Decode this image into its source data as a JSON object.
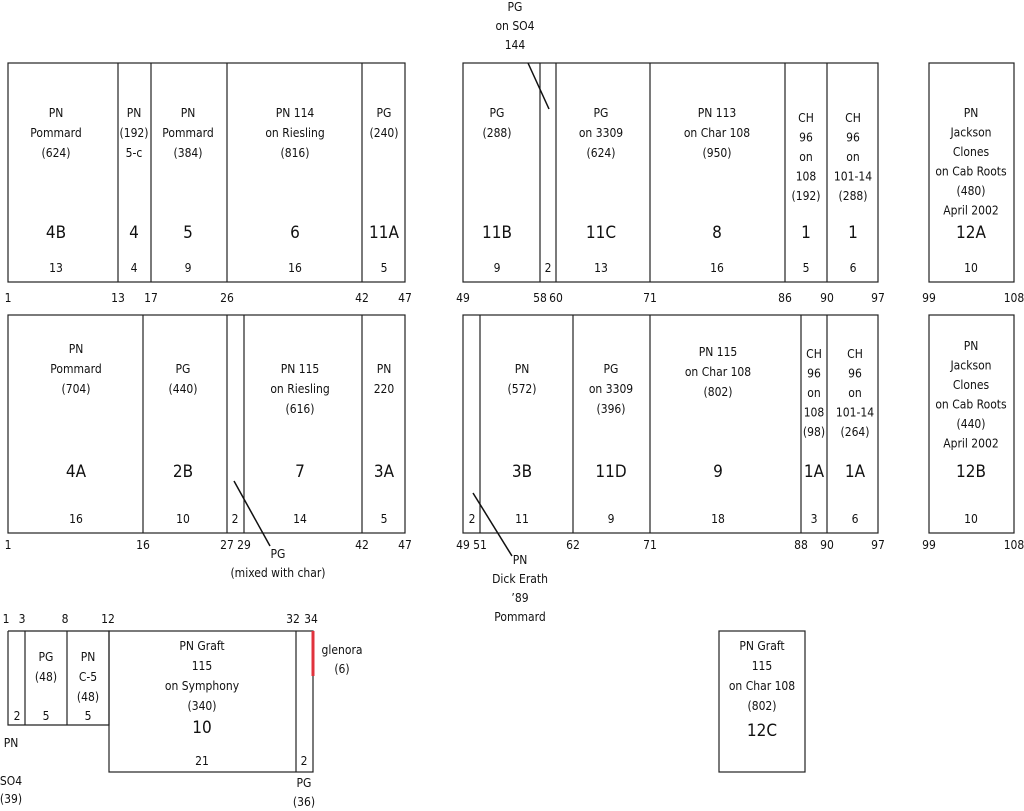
{
  "colors": {
    "line": "#222222",
    "text": "#111111",
    "accent": "#e0323c",
    "background": "#ffffff"
  },
  "ticks": [
    "1",
    "13",
    "17",
    "26",
    "42",
    "47",
    "49",
    "58",
    "60",
    "71",
    "86",
    "90",
    "97",
    "99",
    "108",
    "1",
    "16",
    "27",
    "29",
    "42",
    "47",
    "49",
    "51",
    "62",
    "71",
    "88",
    "90",
    "97",
    "99",
    "108",
    "1",
    "3",
    "8",
    "12",
    "32",
    "34"
  ],
  "plots": [
    {
      "lines": [
        "PN",
        "Pommard",
        "(624)"
      ],
      "block": "4B",
      "count": "13"
    },
    {
      "lines": [
        "PN",
        "(192)",
        "5-c"
      ],
      "block": "4",
      "count": "4"
    },
    {
      "lines": [
        "PN",
        "Pommard",
        "(384)"
      ],
      "block": "5",
      "count": "9"
    },
    {
      "lines": [
        "PN 114",
        "on Riesling",
        "(816)"
      ],
      "block": "6",
      "count": "16"
    },
    {
      "lines": [
        "PG",
        "(240)"
      ],
      "block": "11A",
      "count": "5"
    },
    {
      "lines": [
        "PG",
        "(288)"
      ],
      "block": "11B",
      "count": "9"
    },
    {
      "lines": [],
      "block": "",
      "count": "2"
    },
    {
      "lines": [
        "PG",
        "on 3309",
        "(624)"
      ],
      "block": "11C",
      "count": "13"
    },
    {
      "lines": [
        "PN 113",
        "on Char 108",
        "(950)"
      ],
      "block": "8",
      "count": "16"
    },
    {
      "lines": [
        "CH",
        "96",
        "on",
        "108",
        "(192)"
      ],
      "block": "1",
      "count": "5"
    },
    {
      "lines": [
        "CH",
        "96",
        "on",
        "101-14",
        "(288)"
      ],
      "block": "1",
      "count": "6"
    },
    {
      "lines": [
        "PN",
        "Jackson",
        "Clones",
        "on Cab Roots",
        "(480)",
        "April 2002"
      ],
      "block": "12A",
      "count": "10"
    },
    {
      "lines": [
        "PN",
        "Pommard",
        "(704)"
      ],
      "block": "4A",
      "count": "16"
    },
    {
      "lines": [
        "PG",
        "(440)"
      ],
      "block": "2B",
      "count": "10"
    },
    {
      "lines": [],
      "block": "",
      "count": "2"
    },
    {
      "lines": [
        "PN 115",
        "on Riesling",
        "(616)"
      ],
      "block": "7",
      "count": "14"
    },
    {
      "lines": [
        "PN",
        "220"
      ],
      "block": "3A",
      "count": "5"
    },
    {
      "lines": [],
      "block": "",
      "count": "2"
    },
    {
      "lines": [
        "PN",
        "(572)"
      ],
      "block": "3B",
      "count": "11"
    },
    {
      "lines": [
        "PG",
        "on 3309",
        "(396)"
      ],
      "block": "11D",
      "count": "9"
    },
    {
      "lines": [
        "PN 115",
        "on Char 108",
        "(802)"
      ],
      "block": "9",
      "count": "18"
    },
    {
      "lines": [
        "CH",
        "96",
        "on",
        "108",
        "(98)"
      ],
      "block": "1A",
      "count": "3"
    },
    {
      "lines": [
        "CH",
        "96",
        "on",
        "101-14",
        "(264)"
      ],
      "block": "1A",
      "count": "6"
    },
    {
      "lines": [
        "PN",
        "Jackson",
        "Clones",
        "on Cab Roots",
        "(440)",
        "April 2002"
      ],
      "block": "12B",
      "count": "10"
    },
    {
      "lines": [],
      "block": "",
      "count": "2"
    },
    {
      "lines": [
        "PG",
        "(48)"
      ],
      "block": "",
      "count": "5"
    },
    {
      "lines": [
        "PN",
        "C-5",
        "(48)"
      ],
      "block": "",
      "count": "5"
    },
    {
      "lines": [
        "PN Graft",
        "115",
        "on Symphony",
        "(340)"
      ],
      "block": "10",
      "count": "21"
    },
    {
      "lines": [],
      "block": "",
      "count": "2"
    },
    {
      "lines": [
        "PN Graft",
        "115",
        "on Char 108",
        "(802)"
      ],
      "block": "12C",
      "count": ""
    }
  ],
  "callouts": [
    {
      "lines": [
        "PG",
        "on SO4",
        "144"
      ]
    },
    {
      "lines": [
        "PG",
        "(mixed with char)"
      ]
    },
    {
      "lines": [
        "PN",
        "Dick Erath",
        "’89",
        "Pommard"
      ]
    },
    {
      "lines": [
        "glenora",
        "(6)"
      ]
    },
    {
      "lines": [
        "PN",
        "SO4",
        "(39)"
      ]
    },
    {
      "lines": [
        "PG",
        "(36)"
      ]
    }
  ]
}
